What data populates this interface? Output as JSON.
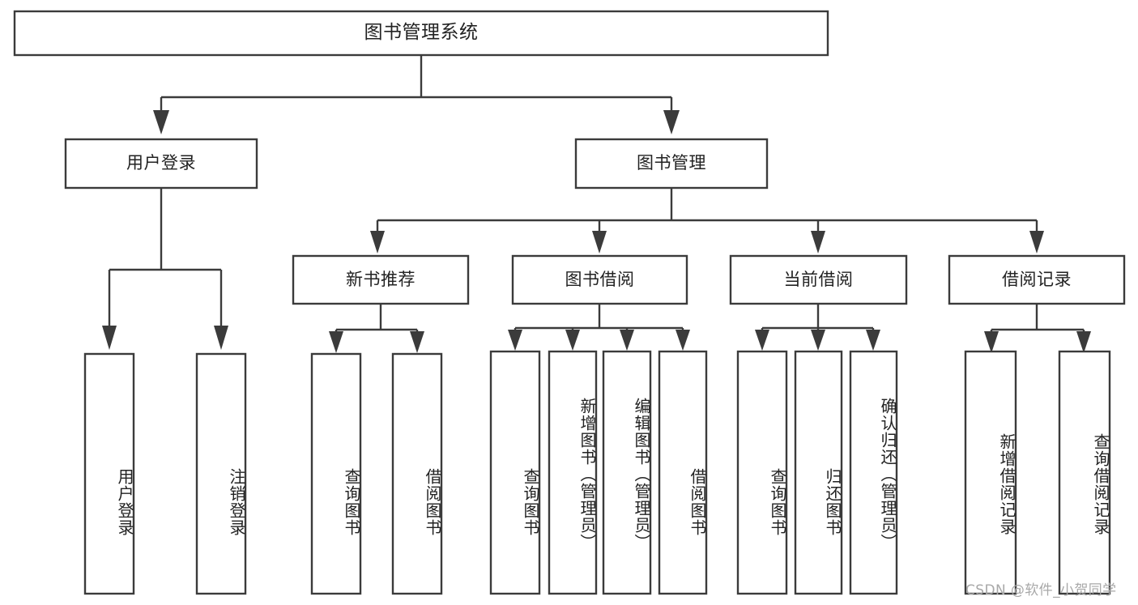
{
  "diagram": {
    "type": "tree-hierarchy",
    "title": "图书管理系统",
    "root": {
      "id": "root",
      "label": "图书管理系统",
      "orientation": "horizontal"
    },
    "level2": [
      {
        "id": "user-login",
        "label": "用户登录",
        "orientation": "horizontal"
      },
      {
        "id": "book-management",
        "label": "图书管理",
        "orientation": "horizontal"
      }
    ],
    "level3": [
      {
        "id": "new-book-recommend",
        "label": "新书推荐",
        "orientation": "horizontal",
        "parent": "book-management"
      },
      {
        "id": "book-borrow",
        "label": "图书借阅",
        "orientation": "horizontal",
        "parent": "book-management"
      },
      {
        "id": "current-borrow",
        "label": "当前借阅",
        "orientation": "horizontal",
        "parent": "book-management"
      },
      {
        "id": "borrow-record",
        "label": "借阅记录",
        "orientation": "horizontal",
        "parent": "book-management"
      }
    ],
    "leaves": [
      {
        "id": "leaf-user-login",
        "label": "用户登录",
        "orientation": "vertical",
        "parent": "user-login"
      },
      {
        "id": "leaf-logout-login",
        "label": "注销登录",
        "orientation": "vertical",
        "parent": "user-login"
      },
      {
        "id": "leaf-query-book-1",
        "label": "查询图书",
        "orientation": "vertical",
        "parent": "new-book-recommend"
      },
      {
        "id": "leaf-borrow-book-1",
        "label": "借阅图书",
        "orientation": "vertical",
        "parent": "new-book-recommend"
      },
      {
        "id": "leaf-query-book-2",
        "label": "查询图书",
        "orientation": "vertical",
        "parent": "book-borrow"
      },
      {
        "id": "leaf-add-book-admin",
        "label": "新增图书（管理员）",
        "orientation": "vertical",
        "parent": "book-borrow"
      },
      {
        "id": "leaf-edit-book-admin",
        "label": "编辑图书（管理员）",
        "orientation": "vertical",
        "parent": "book-borrow"
      },
      {
        "id": "leaf-borrow-book-2",
        "label": "借阅图书",
        "orientation": "vertical",
        "parent": "book-borrow"
      },
      {
        "id": "leaf-query-book-3",
        "label": "查询图书",
        "orientation": "vertical",
        "parent": "current-borrow"
      },
      {
        "id": "leaf-return-book",
        "label": "归还图书",
        "orientation": "vertical",
        "parent": "current-borrow"
      },
      {
        "id": "leaf-confirm-return-admin",
        "label": "确认归还（管理员）",
        "orientation": "vertical",
        "parent": "current-borrow"
      },
      {
        "id": "leaf-add-borrow-record",
        "label": "新增借阅记录",
        "orientation": "vertical",
        "parent": "borrow-record"
      },
      {
        "id": "leaf-query-borrow-record",
        "label": "查询借阅记录",
        "orientation": "vertical",
        "parent": "borrow-record"
      }
    ],
    "colors": {
      "stroke": "#3b3b3b",
      "fill": "#ffffff",
      "text": "#222222",
      "watermark": "#a8a8a8"
    }
  },
  "watermark": {
    "text": "CSDN @软件_小贺同学"
  }
}
